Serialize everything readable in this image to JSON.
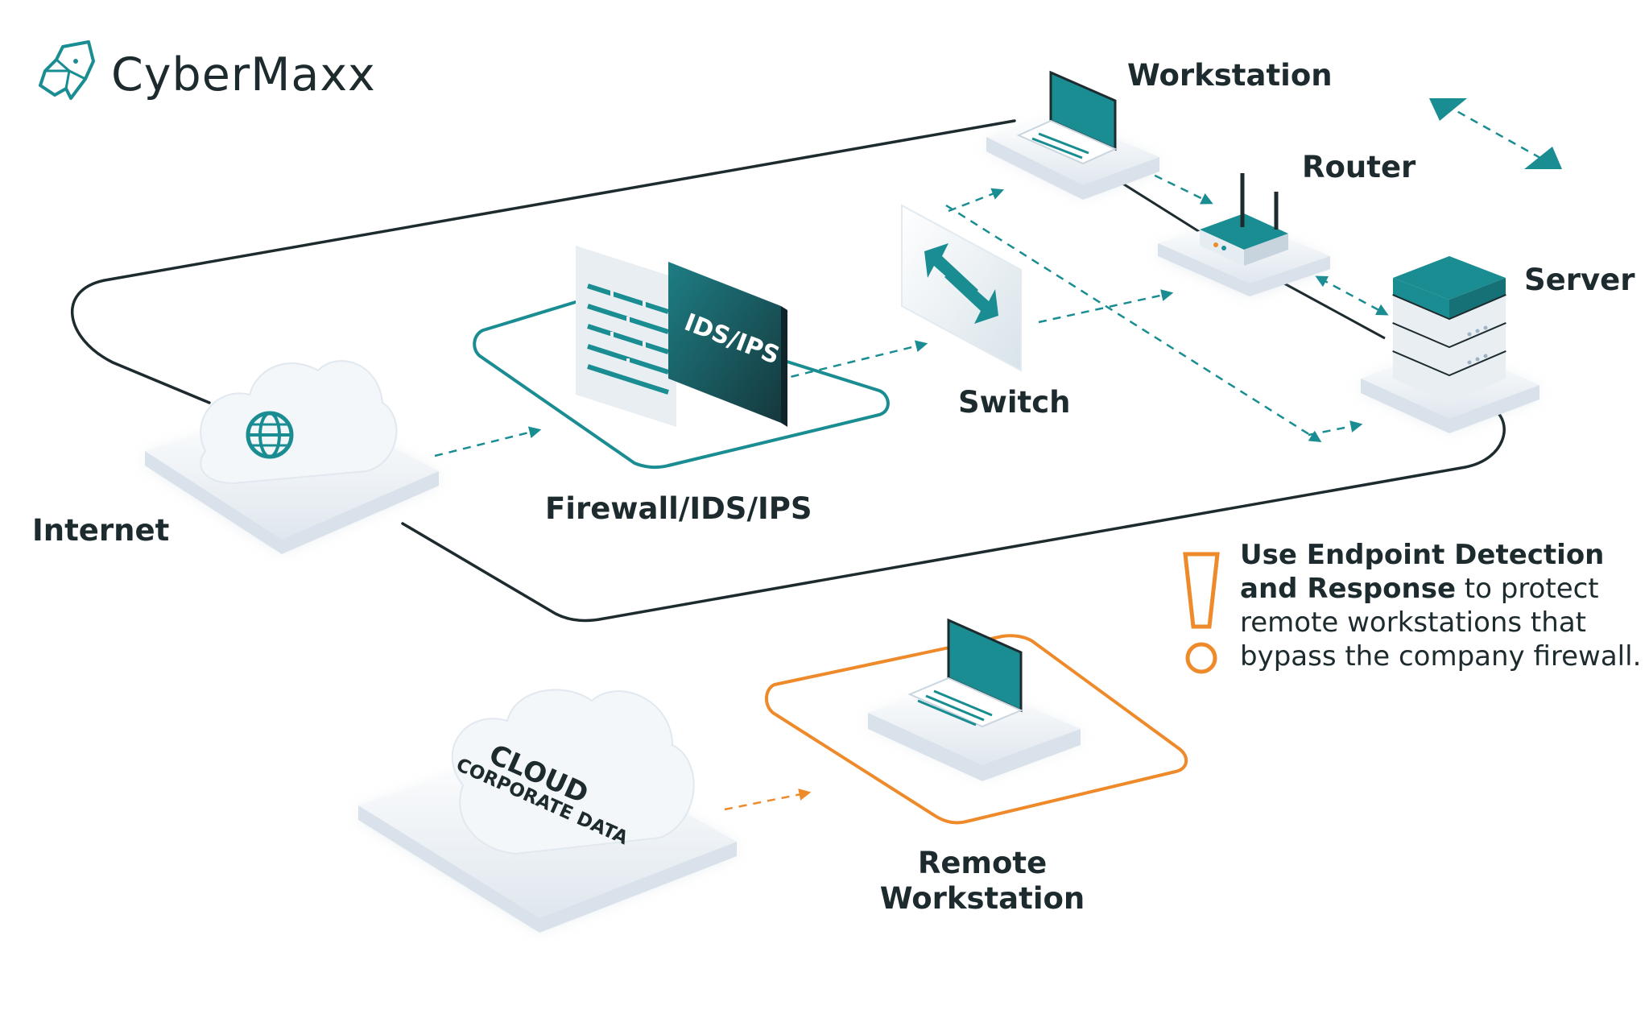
{
  "brand": {
    "name": "CyberMaxx",
    "logo": "dog-head-logo"
  },
  "nodes": {
    "workstation": "Workstation",
    "router": "Router",
    "server": "Server",
    "switch": "Switch",
    "firewall": "Firewall/IDS/IPS",
    "firewall_panel": "IDS/IPS",
    "internet": "Internet",
    "remote_workstation": "Remote Workstation",
    "cloud_line1": "CLOUD",
    "cloud_line2": "CORPORATE DATA"
  },
  "note": {
    "bold": "Use Endpoint Detection and Response",
    "rest": " to protect remote workstations that bypass the company firewall."
  },
  "colors": {
    "teal": "#1a8d92",
    "dark": "#1d2b2f",
    "orange": "#ee8a2a",
    "platform": "#eef3f7"
  }
}
